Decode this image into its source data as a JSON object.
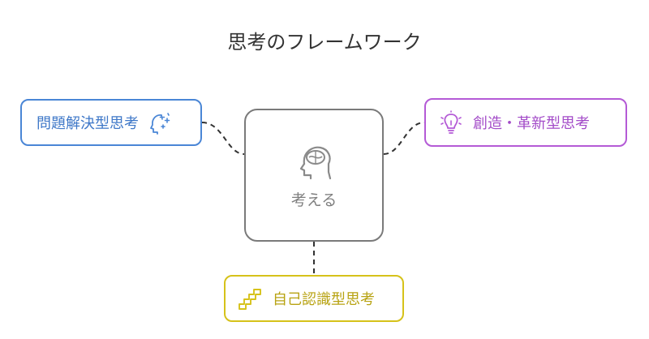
{
  "title": "思考のフレームワーク",
  "center": {
    "label": "考える",
    "icon": "brain-head-icon",
    "border_color": "#7a7a7a"
  },
  "nodes": {
    "left": {
      "label": "問題解決型思考",
      "icon": "head-sparkle-icon",
      "color": "#4a86d6"
    },
    "right": {
      "label": "創造・革新型思考",
      "icon": "lightbulb-icon",
      "color": "#b45ad6"
    },
    "bottom": {
      "label": "自己認識型思考",
      "icon": "steps-icon",
      "color": "#d6c21a"
    }
  }
}
